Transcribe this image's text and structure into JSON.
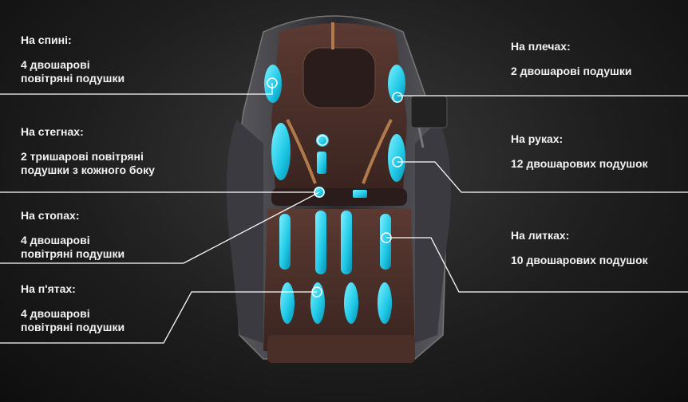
{
  "labels": {
    "back": {
      "title": "На спині:",
      "desc_line1": "4 двошарові",
      "desc_line2": "повітряні подушки"
    },
    "hips": {
      "title": "На стегнах:",
      "desc_line1": "2 тришарові повітряні",
      "desc_line2": "подушки з кожного боку"
    },
    "feet": {
      "title": "На стопах:",
      "desc_line1": "4 двошарові",
      "desc_line2": "повітряні подушки"
    },
    "heels": {
      "title": "На п'ятах:",
      "desc_line1": "4 двошарові",
      "desc_line2": "повітряні подушки"
    },
    "shoulders": {
      "title": "На плечах:",
      "desc": "2 двошарові подушки"
    },
    "arms": {
      "title": "На руках:",
      "desc": "12 двошарових подушок"
    },
    "calves": {
      "title": "На литках:",
      "desc": "10 двошарових подушок"
    }
  },
  "colors": {
    "airbag": "#1ec8e6",
    "chair_leather": "#4a2e28",
    "chair_shell": "#2a2a2e",
    "accent_bronze": "#b07a4a",
    "line": "#ffffff"
  }
}
